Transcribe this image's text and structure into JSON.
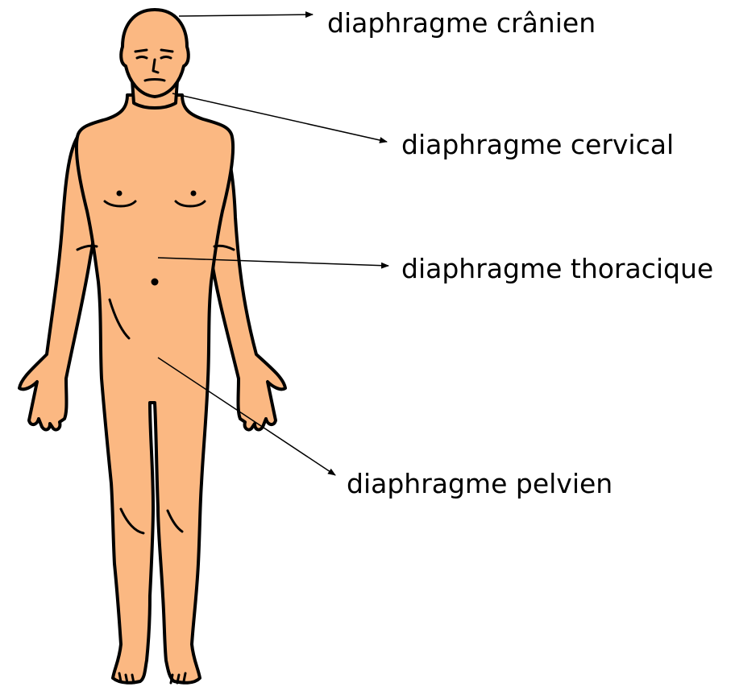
{
  "colors": {
    "skin": "#FBB882",
    "outline": "#000000",
    "background": "#FFFFFF",
    "text": "#000000"
  },
  "labels": {
    "cranial": "diaphragme crânien",
    "cervical": "diaphragme cervical",
    "thoracic": "diaphragme thoracique",
    "pelvic": "diaphragme pelvien"
  }
}
